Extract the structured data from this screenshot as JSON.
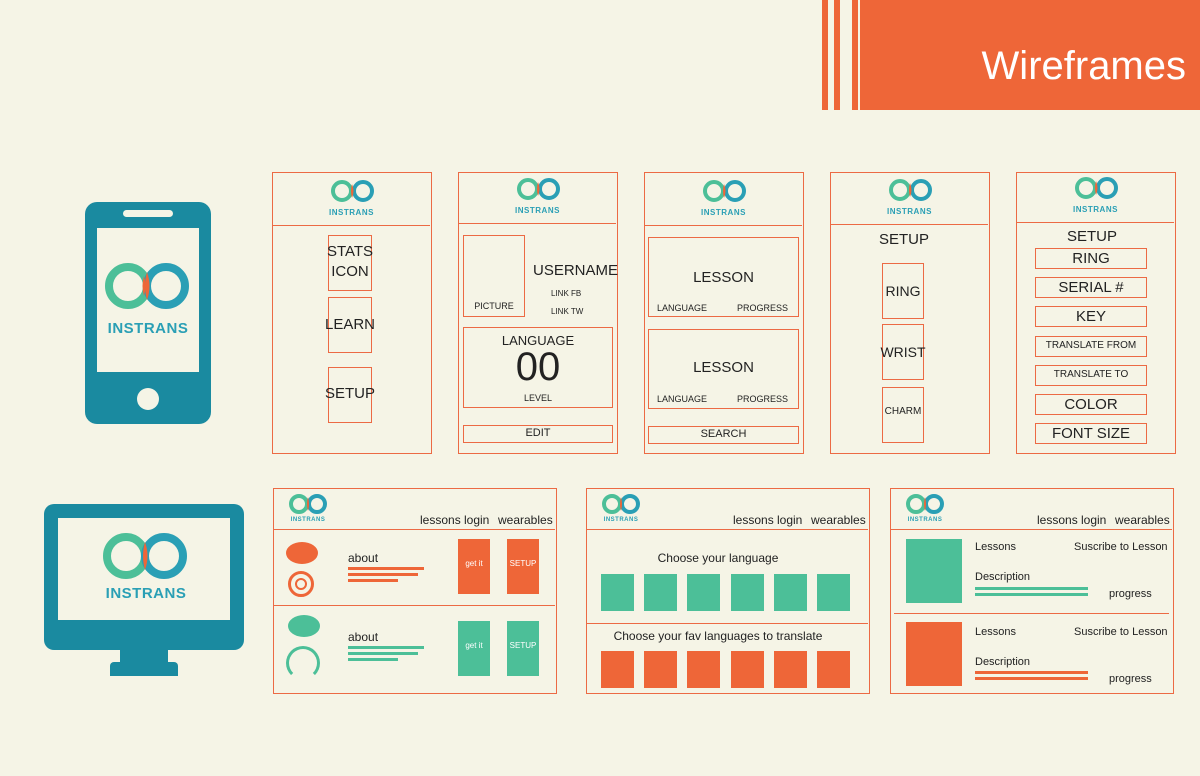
{
  "header": {
    "title": "Wireframes"
  },
  "brand": {
    "name": "INSTRANS",
    "colors": {
      "orange": "#ee6638",
      "teal": "#2a9fb5",
      "green": "#4cbf98",
      "background": "#f5f4e6"
    }
  },
  "mobile": {
    "screen1": {
      "stats_line1": "STATS",
      "stats_line2": "ICON",
      "learn": "LEARN",
      "setup": "SETUP"
    },
    "screen2": {
      "picture": "PICTURE",
      "username": "USERNAME",
      "link_fb": "LINK FB",
      "link_tw": "LINK TW",
      "language": "LANGUAGE",
      "level_value": "00",
      "level": "LEVEL",
      "edit": "EDIT"
    },
    "screen3": {
      "lesson1": "LESSON",
      "language1": "LANGUAGE",
      "progress1": "PROGRESS",
      "lesson2": "LESSON",
      "language2": "LANGUAGE",
      "progress2": "PROGRESS",
      "search": "SEARCH"
    },
    "screen4": {
      "title": "SETUP",
      "ring": "RING",
      "wrist": "WRIST",
      "charm": "CHARM"
    },
    "screen5": {
      "title": "SETUP",
      "items": [
        "RING",
        "SERIAL #",
        "KEY",
        "TRANSLATE FROM",
        "TRANSLATE TO",
        "COLOR",
        "FONT SIZE"
      ]
    }
  },
  "desktop": {
    "nav": {
      "lessons": "lessons",
      "login": "login",
      "wearables": "wearables"
    },
    "page1": {
      "about1": "about",
      "get_it1": "get it",
      "setup1": "SETUP",
      "about2": "about",
      "get_it2": "get it",
      "setup2": "SETUP"
    },
    "page2": {
      "choose_language": "Choose your language",
      "choose_fav": "Choose your fav languages to translate"
    },
    "page3": {
      "lessons1": "Lessons",
      "subscribe1": "Suscribe to Lesson",
      "description1": "Description",
      "progress1": "progress",
      "lessons2": "Lessons",
      "subscribe2": "Suscribe to Lesson",
      "description2": "Description",
      "progress2": "progress"
    }
  }
}
